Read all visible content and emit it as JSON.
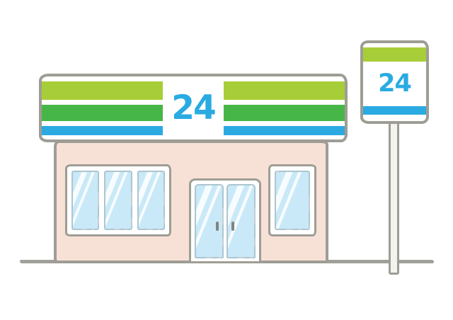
{
  "illustration": {
    "description": "Hand-drawn style illustration of a 24-hour convenience store with a striped fascia sign and a matching pole sign",
    "signs": {
      "store": {
        "hours_label": "24"
      },
      "pole": {
        "hours_label": "24"
      }
    }
  },
  "colors": {
    "stripe-light-green": "#A7CE38",
    "stripe-green": "#47B648",
    "stripe-cyan": "#2BAAE2",
    "hours-text": "#29ABE2",
    "wall-pink": "#F7E1D7",
    "glass-blue": "#C9E9F8",
    "outline-gray": "#9E9D95",
    "ground-gray": "#A0A098",
    "pole-fill": "#F3F3EF",
    "frame-white": "#FFFFFF"
  }
}
